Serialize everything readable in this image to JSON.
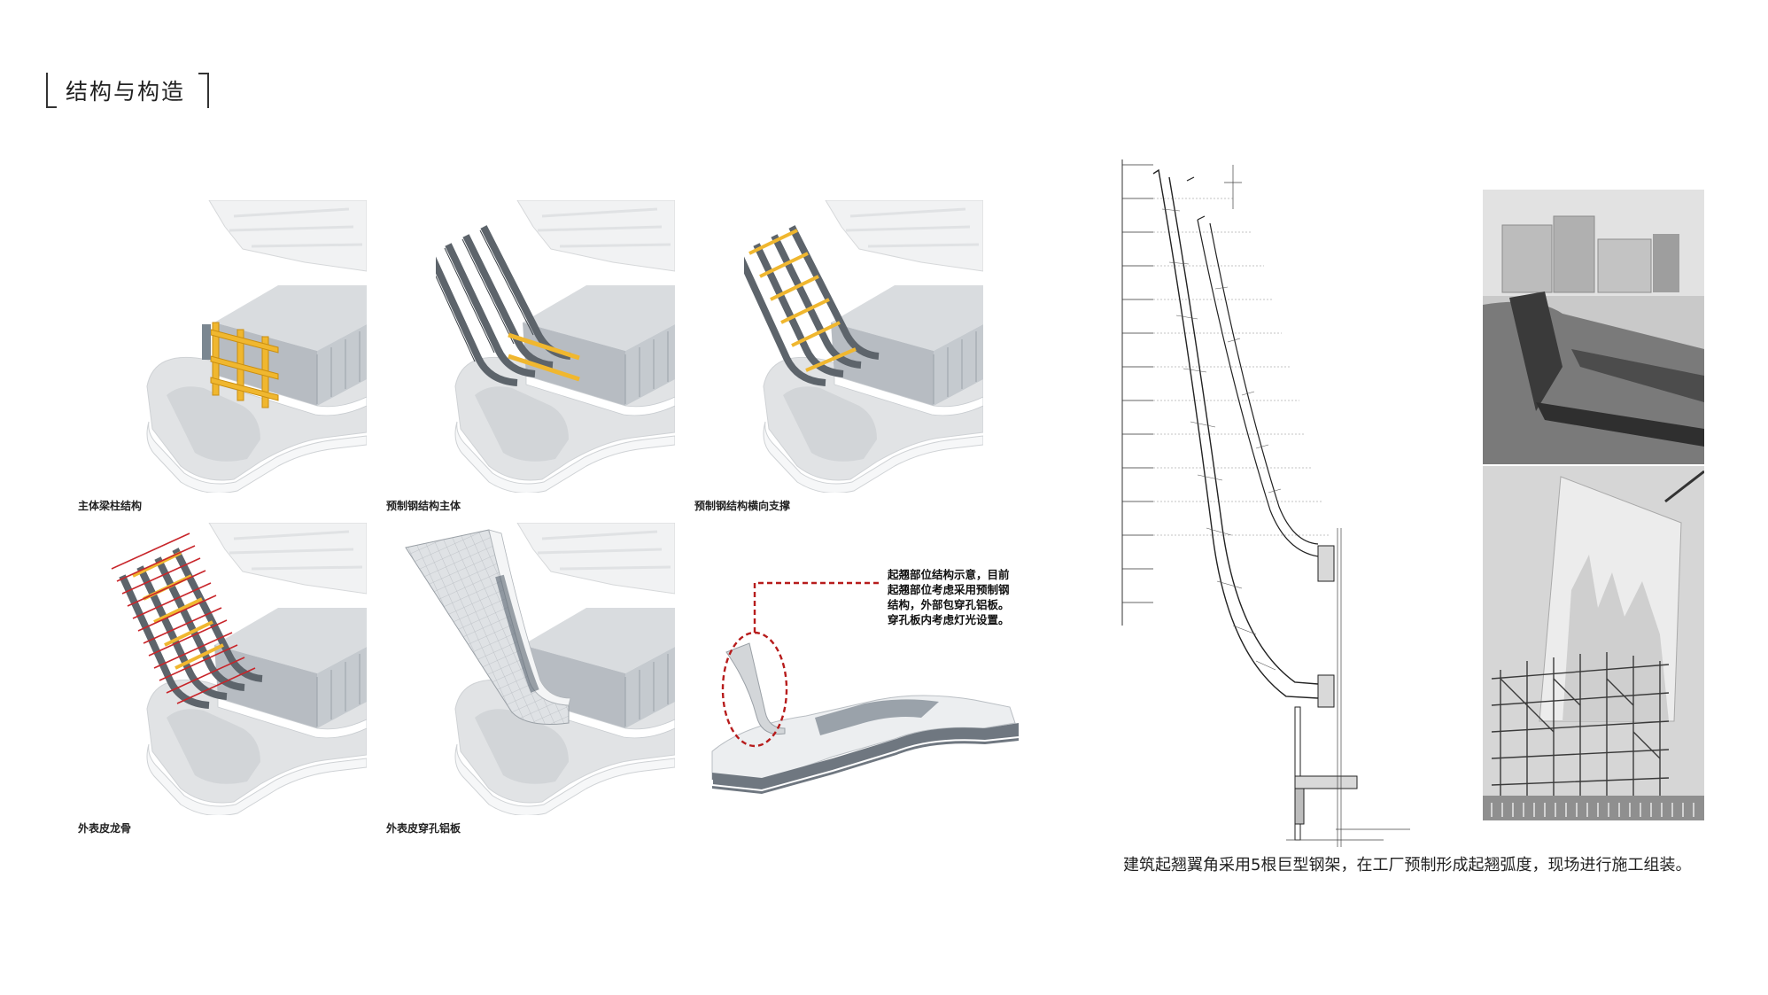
{
  "page": {
    "title": "结构与构造"
  },
  "panels": [
    {
      "id": "p1",
      "caption": "主体梁柱结构"
    },
    {
      "id": "p2",
      "caption": "预制钢结构主体"
    },
    {
      "id": "p3",
      "caption": "预制钢结构横向支撑"
    },
    {
      "id": "p4",
      "caption": "外表皮龙骨"
    },
    {
      "id": "p5",
      "caption": "外表皮穿孔铝板"
    }
  ],
  "detail": {
    "note_lines": [
      "起翘部位结构示意，目前",
      "起翘部位考虑采用预制钢",
      "结构，外部包穿孔铝板。",
      "穿孔板内考虑灯光设置。"
    ]
  },
  "right": {
    "caption": "建筑起翘翼角采用5根巨型钢架，在工厂预制形成起翘弧度，现场进行施工组装。"
  },
  "colors": {
    "steel": "#5d646b",
    "brace": "#f0b72f",
    "keel": "#c8252a",
    "lead_line": "#b71c1c"
  }
}
